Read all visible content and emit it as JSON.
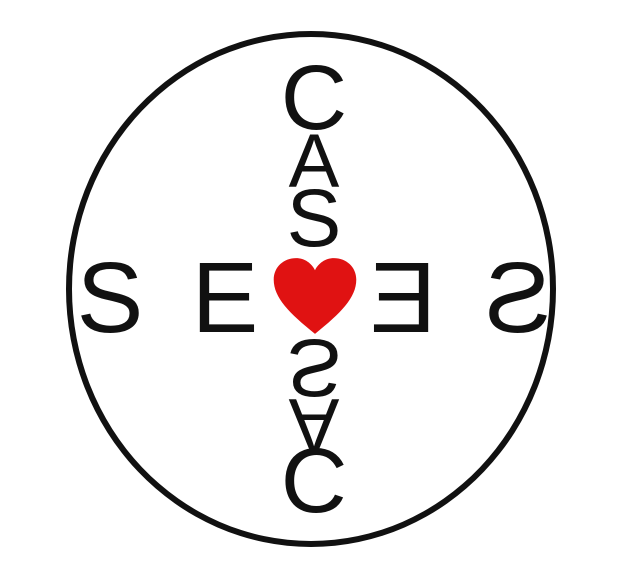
{
  "logo": {
    "vertical_word": {
      "top": [
        "C",
        "A",
        "S"
      ],
      "bottom_mirrored": [
        "S",
        "A",
        "C"
      ]
    },
    "horizontal_word": {
      "left": [
        "S",
        "E"
      ],
      "right_mirrored": [
        "E",
        "S"
      ]
    },
    "center_icon": "heart-icon",
    "colors": {
      "ink": "#111111",
      "heart": "#e01212",
      "background": "#ffffff"
    }
  }
}
